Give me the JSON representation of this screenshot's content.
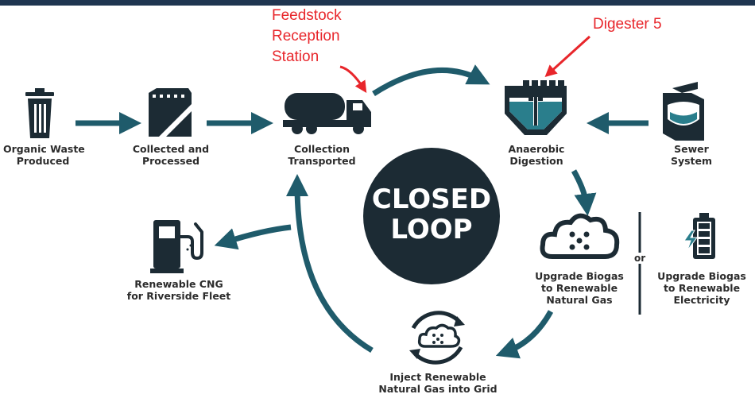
{
  "colors": {
    "teal": "#1f5b6b",
    "dark": "#1c2b34",
    "annotation": "#e8262b",
    "topbar": "#1f3550"
  },
  "steps": [
    {
      "id": "organic-waste",
      "icon": "trash-can-icon",
      "lines": [
        "Organic Waste",
        "Produced"
      ]
    },
    {
      "id": "collected",
      "icon": "processing-bin-icon",
      "lines": [
        "Collected and",
        "Processed"
      ]
    },
    {
      "id": "collection",
      "icon": "tanker-truck-icon",
      "lines": [
        "Collection",
        "Transported"
      ]
    },
    {
      "id": "digestion",
      "icon": "digester-tank-icon",
      "lines": [
        "Anaerobic",
        "Digestion"
      ]
    },
    {
      "id": "sewer",
      "icon": "sewer-pipe-icon",
      "lines": [
        "Sewer",
        "System"
      ]
    },
    {
      "id": "upgrade-rng",
      "icon": "gas-cloud-icon",
      "lines": [
        "Upgrade Biogas",
        "to Renewable",
        "Natural Gas"
      ]
    },
    {
      "id": "upgrade-elec",
      "icon": "battery-charging-icon",
      "lines": [
        "Upgrade Biogas",
        "to Renewable",
        "Electricity"
      ]
    },
    {
      "id": "inject",
      "icon": "grid-recycle-icon",
      "lines": [
        "Inject Renewable",
        "Natural Gas into Grid"
      ]
    },
    {
      "id": "cng",
      "icon": "fuel-pump-icon",
      "lines": [
        "Renewable CNG",
        "for Riverside Fleet"
      ]
    }
  ],
  "center": {
    "lines": [
      "CLOSED",
      "LOOP"
    ]
  },
  "separator_label": "or",
  "annotations": [
    {
      "id": "feedstock",
      "lines": [
        "Feedstock",
        "Reception",
        "Station"
      ]
    },
    {
      "id": "digester",
      "lines": [
        "Digester 5"
      ]
    }
  ]
}
